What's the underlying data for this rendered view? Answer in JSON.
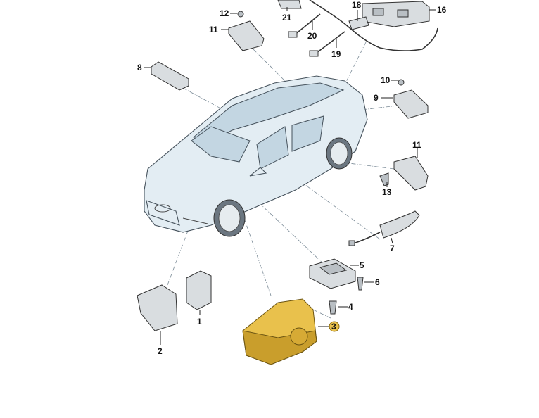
{
  "diagram": {
    "title": "Parts diagram - vehicle control units",
    "callouts": {
      "c1": "1",
      "c2": "2",
      "c3": "3",
      "c4": "4",
      "c5": "5",
      "c6": "6",
      "c7": "7",
      "c8": "8",
      "c9": "9",
      "c10": "10",
      "c11a": "11",
      "c11b": "11",
      "c12": "12",
      "c13": "13",
      "c16": "16",
      "c18": "18",
      "c19": "19",
      "c20": "20",
      "c21": "21"
    },
    "colors": {
      "highlight": "#e9c14c",
      "car_body": "#e3edf3",
      "part": "#d9dde0"
    }
  }
}
